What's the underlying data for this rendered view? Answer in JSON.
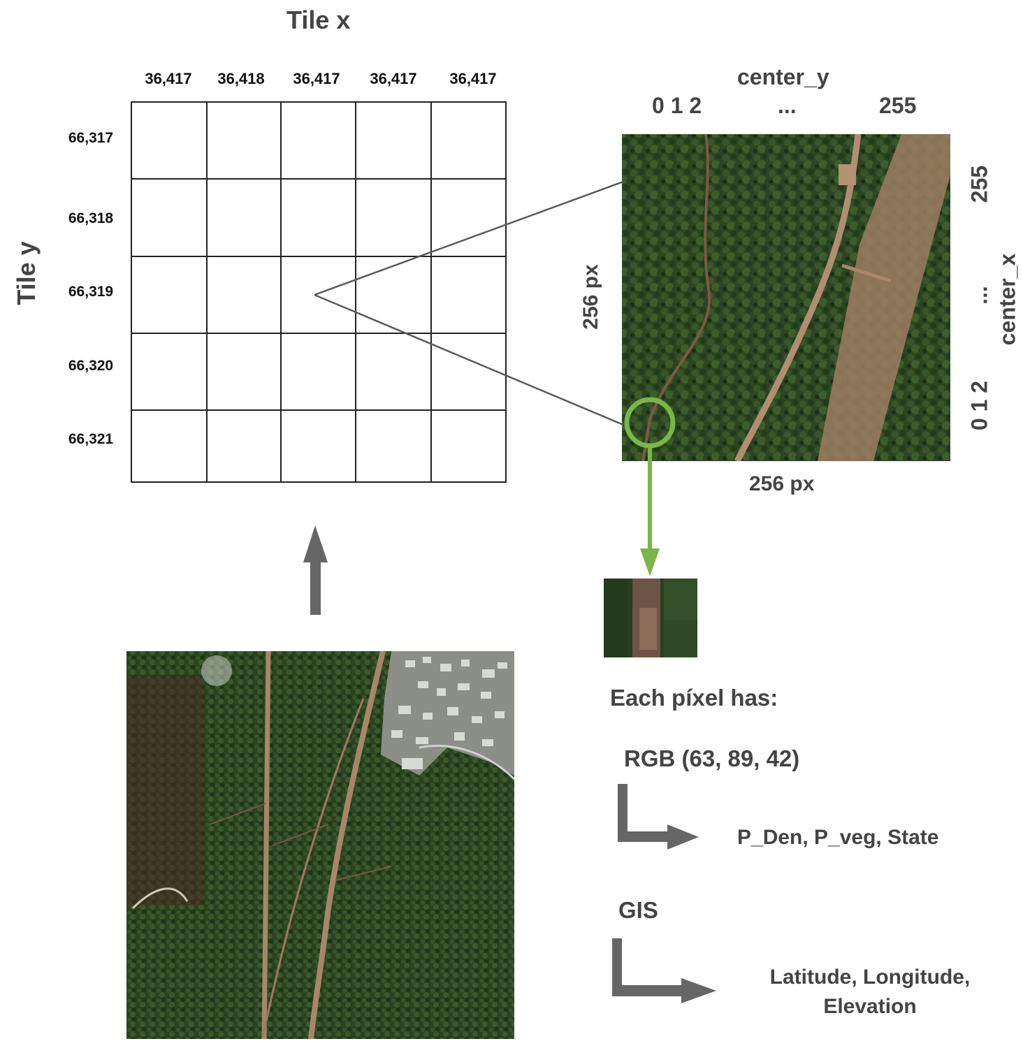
{
  "grid": {
    "x_title": "Tile x",
    "y_title": "Tile y",
    "columns": [
      "36,417",
      "36,418",
      "36,417",
      "36,417",
      "36,417"
    ],
    "rows": [
      "66,317",
      "66,318",
      "66,319",
      "66,320",
      "66,321"
    ]
  },
  "tile_view": {
    "top_axis_title": "center_y",
    "top_axis_ticks": [
      "0 1 2",
      "...",
      "255"
    ],
    "side_axis_title": "center_x",
    "side_axis_ticks": [
      "255",
      "...",
      "0 1 2"
    ],
    "height_label": "256 px",
    "width_label": "256 px"
  },
  "pixel_info": {
    "heading": "Each píxel has:",
    "rgb_label": "RGB (63, 89, 42)",
    "rgb_derived": "P_Den, P_veg, State",
    "gis_label": "GIS",
    "gis_derived_line1": "Latitude, Longitude,",
    "gis_derived_line2": "Elevation"
  },
  "colors": {
    "grid_line": "#222222",
    "connector": "#5a5a5a",
    "highlight": "#7ab648",
    "arrow": "#666666",
    "forest_dark": "#1f3318",
    "forest": "#2e4a22",
    "path": "#a8866a"
  }
}
